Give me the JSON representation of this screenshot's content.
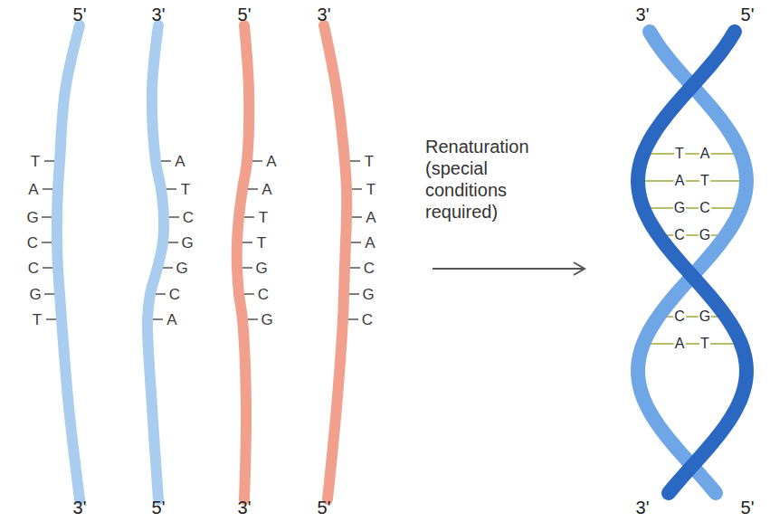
{
  "diagram": {
    "labels": [
      "5'",
      "3'",
      "5'",
      "3'",
      "3'",
      "5'",
      "T",
      "A",
      "G",
      "C",
      "C",
      "G",
      "T",
      "A",
      "T",
      "C",
      "G",
      "G",
      "C",
      "A",
      "A",
      "A",
      "T",
      "T",
      "G",
      "C",
      "G",
      "T",
      "T",
      "A",
      "A",
      "C",
      "G",
      "C",
      "Renaturation (special conditions required)",
      "T",
      "A",
      "A",
      "T",
      "G",
      "C",
      "C",
      "G",
      "C",
      "G",
      "A",
      "T",
      "3'",
      "5'",
      "3'",
      "5'",
      "3'",
      "5'"
    ]
  }
}
